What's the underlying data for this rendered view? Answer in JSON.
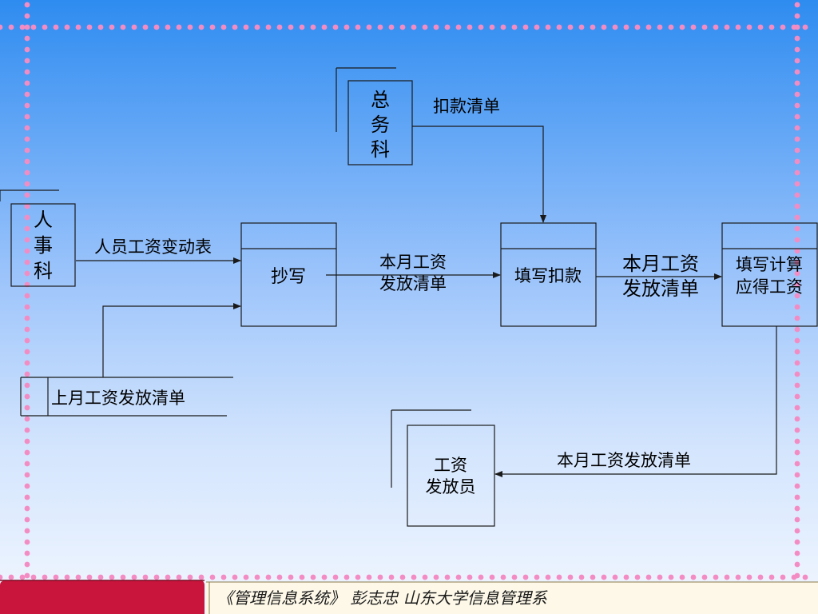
{
  "entities": {
    "personnel": {
      "label_lines": [
        "人",
        "事",
        "科"
      ]
    },
    "general_affairs": {
      "label_lines": [
        "总",
        "务",
        "科"
      ]
    },
    "payroll_clerk": {
      "label_lines": [
        "工资",
        "发放员"
      ]
    }
  },
  "processes": {
    "copy": {
      "label_lines": [
        "抄写"
      ]
    },
    "fill_deduction": {
      "label_lines": [
        "填写扣款"
      ]
    },
    "calc_wages": {
      "label_lines": [
        "填写计算",
        "应得工资"
      ]
    }
  },
  "data_store": {
    "label": "上月工资发放清单"
  },
  "flows": {
    "staff_wage_changes": {
      "label_lines": [
        "人员工资变动表"
      ]
    },
    "deduction_list": {
      "label_lines": [
        "扣款清单"
      ]
    },
    "monthly_list_1": {
      "label_lines": [
        "本月工资",
        "发放清单"
      ]
    },
    "monthly_list_2": {
      "label_lines": [
        "本月工资",
        "发放清单"
      ]
    },
    "monthly_list_3": {
      "label_lines": [
        "本月工资发放清单"
      ]
    }
  },
  "footer": {
    "text": "《管理信息系统》    彭志忠    山东大学信息管理系"
  },
  "colors": {
    "dot_border": "#f48cc4",
    "footer_tab": "#c9143c",
    "footer_bg": "#fdf8e8"
  }
}
